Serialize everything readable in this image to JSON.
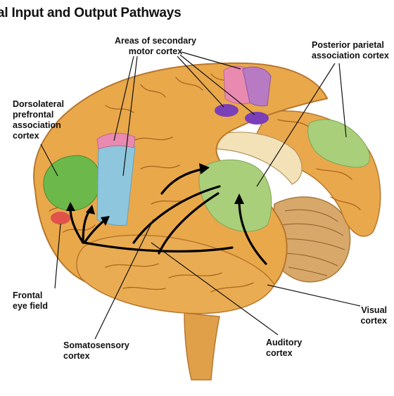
{
  "title": "al Input and Output Pathways",
  "labels": {
    "secondary_motor": [
      "Areas of secondary",
      "motor cortex"
    ],
    "posterior_parietal": [
      "Posterior parietal",
      "association cortex"
    ],
    "dorsolateral": [
      "Dorsolateral",
      "prefrontal",
      "association",
      "cortex"
    ],
    "frontal_eye": [
      "Frontal",
      "eye field"
    ],
    "visual": [
      "Visual",
      "cortex"
    ],
    "somatosensory": [
      "Somatosensory",
      "cortex"
    ],
    "auditory": [
      "Auditory",
      "cortex"
    ]
  },
  "colors": {
    "brain_base": "#e9a84a",
    "brain_shadow": "#c9822b",
    "sulcus": "#9c5f1d",
    "prefrontal_green": "#6cb84a",
    "premotor_blue": "#8ec6dd",
    "supplementary_pink": "#e98ab0",
    "supplementary_purple": "#b77ac3",
    "secondary_motor_dark_purple": "#7b3fb8",
    "posterior_parietal_green": "#a9cf7a",
    "frontal_eye_red": "#e0524a",
    "cerebellum": "#d8a86a",
    "arrows": "#000000"
  }
}
